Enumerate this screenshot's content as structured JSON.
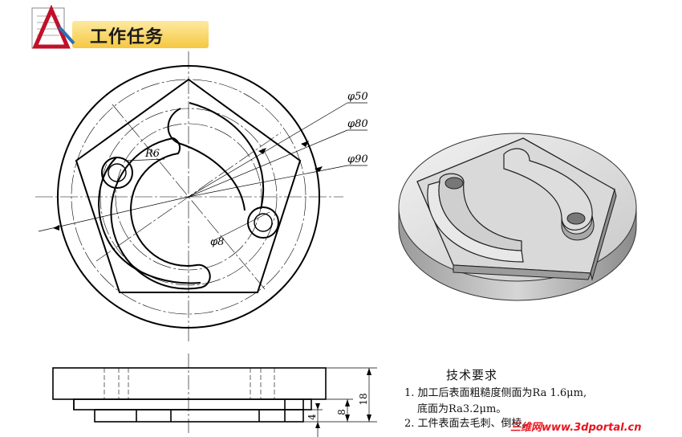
{
  "header": {
    "title": "工作任务",
    "logo_icon": "document-triangle-icon"
  },
  "drawing": {
    "dims": {
      "d50": "φ50",
      "d80": "φ80",
      "d90": "φ90",
      "r6": "R6",
      "d8": "φ8",
      "h18": "18",
      "h8": "8",
      "h4": "4"
    }
  },
  "requirements": {
    "title": "技术要求",
    "item1_line1": "1. 加工后表面粗糙度侧面为Ra 1.6μm,",
    "item1_line2": "底面为Ra3.2μm。",
    "item2": "2. 工件表面去毛刺、倒棱。"
  },
  "watermark": "三维网www.3dportal.cn"
}
